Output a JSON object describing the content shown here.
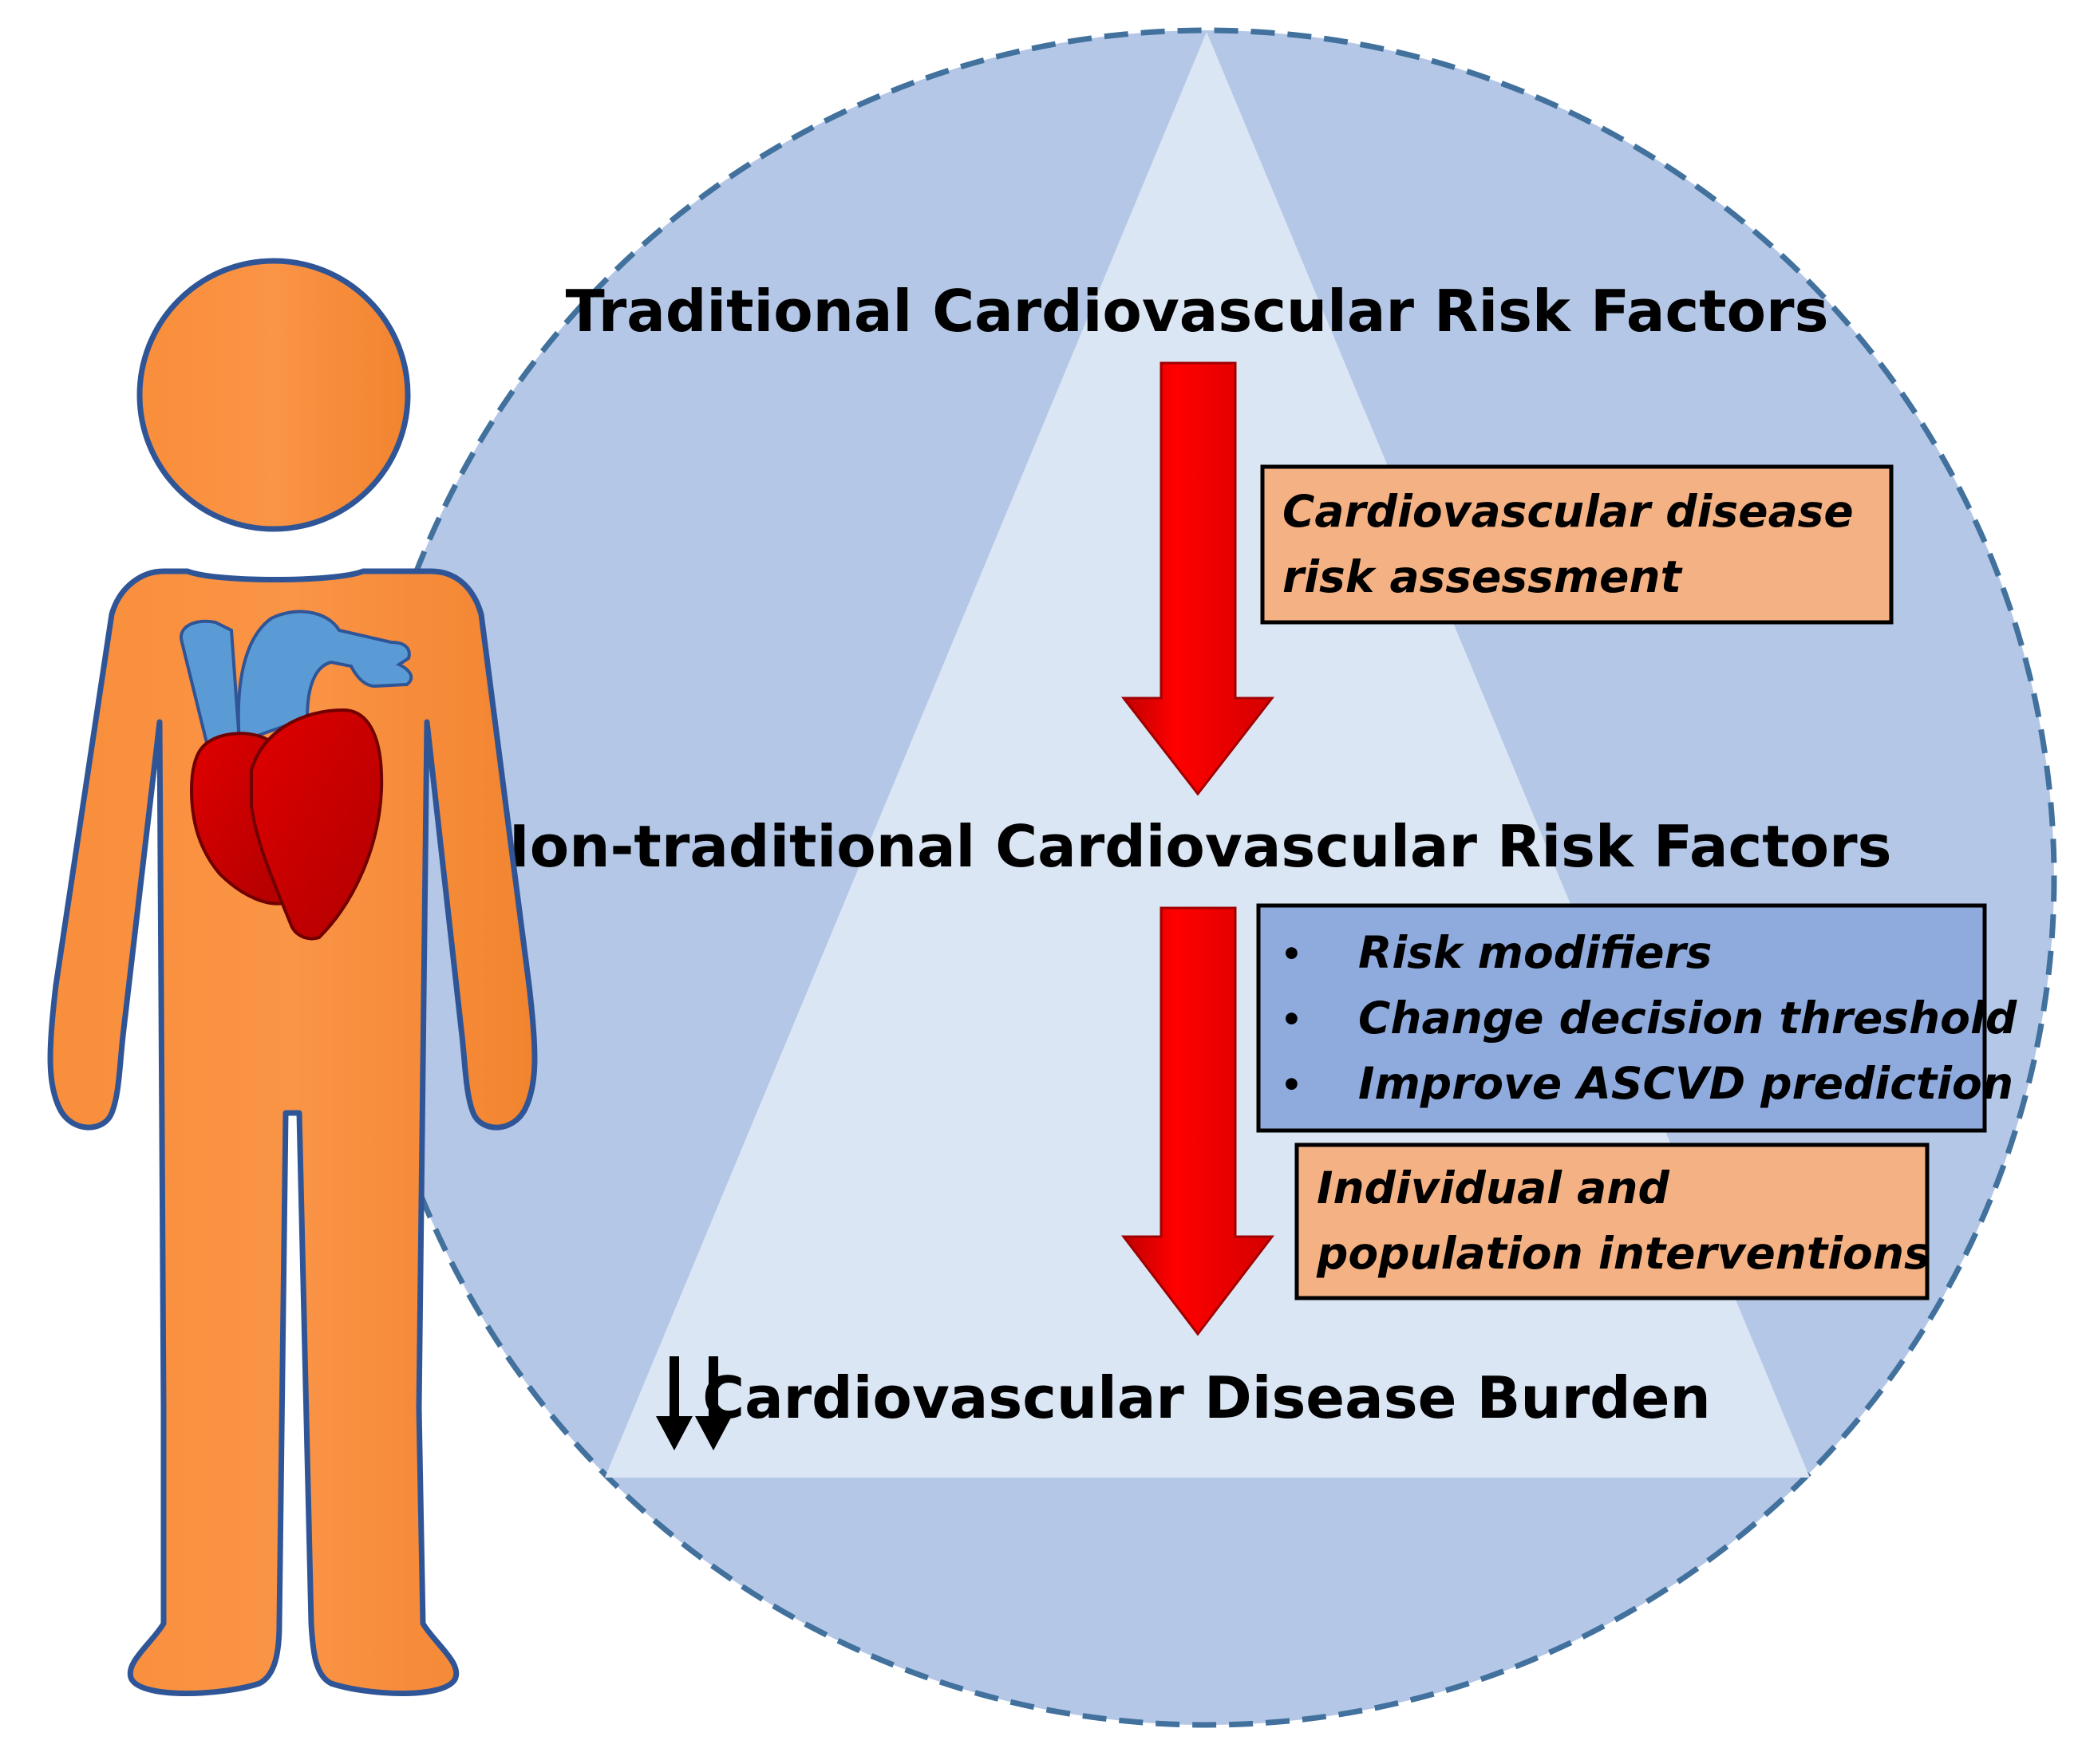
{
  "colors": {
    "circle_fill": "#b4c7e7",
    "circle_border": "#41719c",
    "triangle_fill": "#dbe6f4",
    "arrow_red": "#ff0000",
    "box_orange": "#f4b183",
    "box_blue": "#8faadc",
    "person_orange": "#f98e3b",
    "person_outline": "#2f5597",
    "heart_red": "#d00000",
    "heart_vessels": "#5b9bd5"
  },
  "headings": {
    "top": "Traditional Cardiovascular Risk Factors",
    "middle": "Non-traditional Cardiovascular Risk Factors",
    "bottom": "Cardiovascular Disease Burden"
  },
  "boxes": {
    "assessment": {
      "line1": "Cardiovascular disease",
      "line2": "risk assessment"
    },
    "modifiers": {
      "bullet": "•",
      "items": [
        "Risk modifiers",
        "Change decision threshold",
        "Improve ASCVD prediction"
      ]
    },
    "interventions": {
      "line1": "Individual and",
      "line2": "population interventions"
    }
  },
  "icons": {
    "person": "person-icon",
    "heart": "heart-icon",
    "decrease": "double-down-arrow-icon",
    "flow_arrow": "red-down-arrow-icon"
  }
}
